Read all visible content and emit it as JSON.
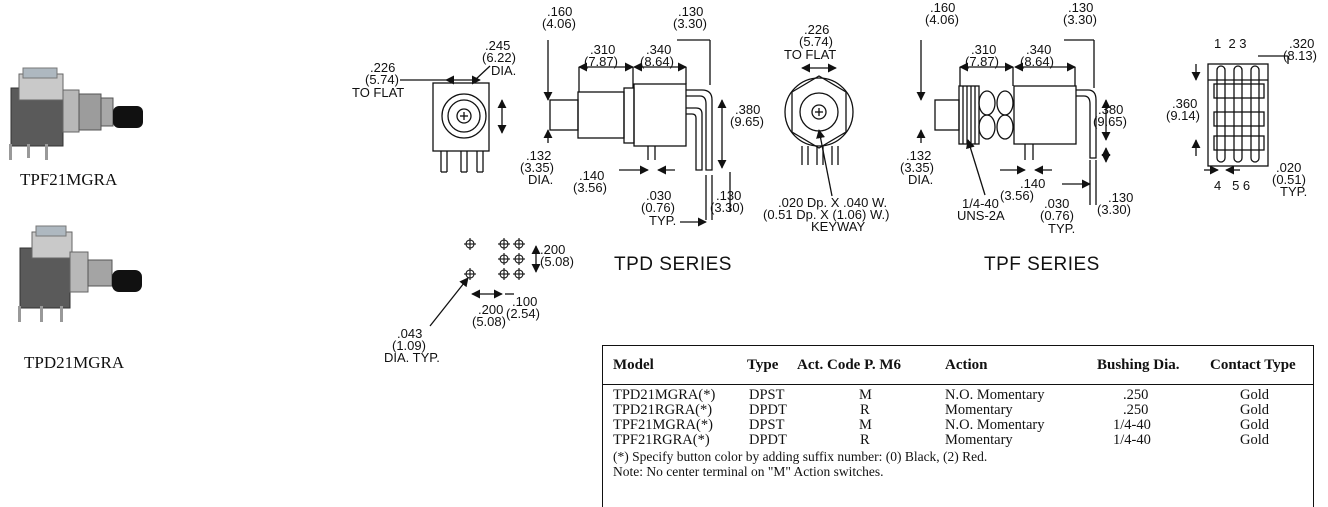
{
  "photos": {
    "top_label": "TPF21MGRA",
    "bottom_label": "TPD21MGRA"
  },
  "tpd": {
    "series_title": "TPD SERIES",
    "dims": {
      "to_flat_1": ".226",
      "to_flat_2": "(5.74)",
      "to_flat_3": "TO FLAT",
      "dia245_1": ".245",
      "dia245_2": "(6.22)",
      "dia245_3": "DIA.",
      "d160_1": ".160",
      "d160_2": "(4.06)",
      "d130_1": ".130",
      "d130_2": "(3.30)",
      "d310_1": ".310",
      "d310_2": "(7.87)",
      "d340_1": ".340",
      "d340_2": "(8.64)",
      "d380_1": ".380",
      "d380_2": "(9.65)",
      "d132_1": ".132",
      "d132_2": "(3.35)",
      "d132_3": "DIA.",
      "d140_1": ".140",
      "d140_2": "(3.56)",
      "d030_1": ".030",
      "d030_2": "(0.76)",
      "d030_3": "TYP.",
      "d130b_1": ".130",
      "d130b_2": "(3.30)",
      "front_226_1": ".226",
      "front_226_2": "(5.74)",
      "front_226_3": "TO FLAT",
      "key_1": ".020 Dp. X .040 W.",
      "key_2": "(0.51 Dp. X (1.06) W.)",
      "key_3": "KEYWAY"
    }
  },
  "pcb": {
    "d200v_1": ".200",
    "d200v_2": "(5.08)",
    "d200h_1": ".200",
    "d200h_2": "(5.08)",
    "d100_1": ".100",
    "d100_2": "(2.54)",
    "d043_1": ".043",
    "d043_2": "(1.09)",
    "d043_3": "DIA. TYP."
  },
  "tpf": {
    "series_title": "TPF SERIES",
    "dims": {
      "d160_1": ".160",
      "d160_2": "(4.06)",
      "d130_1": ".130",
      "d130_2": "(3.30)",
      "d310_1": ".310",
      "d310_2": "(7.87)",
      "d340_1": ".340",
      "d340_2": "(8.64)",
      "d380_1": ".380",
      "d380_2": "(9.65)",
      "d132_1": ".132",
      "d132_2": "(3.35)",
      "d132_3": "DIA.",
      "thread_1": "1/4-40",
      "thread_2": "UNS-2A",
      "d140_1": ".140",
      "d140_2": "(3.56)",
      "d030_1": ".030",
      "d030_2": "(0.76)",
      "d030_3": "TYP.",
      "d130b_1": ".130",
      "d130b_2": "(3.30)"
    }
  },
  "terminals": {
    "top_nums": "1  2 3",
    "bottom_nums": "4   5 6",
    "d320_1": ".320",
    "d320_2": "(8.13)",
    "d360_1": ".360",
    "d360_2": "(9.14)",
    "d020_1": ".020",
    "d020_2": "(0.51)",
    "d020_3": "TYP."
  },
  "table": {
    "headers": [
      "Model",
      "Type",
      "Act. Code P. M6",
      "Action",
      "Bushing Dia.",
      "Contact Type"
    ],
    "rows": [
      [
        "TPD21MGRA(*)",
        "DPST",
        "M",
        "N.O. Momentary",
        ".250",
        "Gold"
      ],
      [
        "TPD21RGRA(*)",
        "DPDT",
        "R",
        "Momentary",
        ".250",
        "Gold"
      ],
      [
        "TPF21MGRA(*)",
        "DPST",
        "M",
        "N.O. Momentary",
        "1/4-40",
        "Gold"
      ],
      [
        "TPF21RGRA(*)",
        "DPDT",
        "R",
        "Momentary",
        "1/4-40",
        "Gold"
      ]
    ],
    "note_1": "(*) Specify button color by adding suffix number: (0) Black, (2) Red.",
    "note_2": "Note: No center terminal on \"M\" Action switches."
  }
}
